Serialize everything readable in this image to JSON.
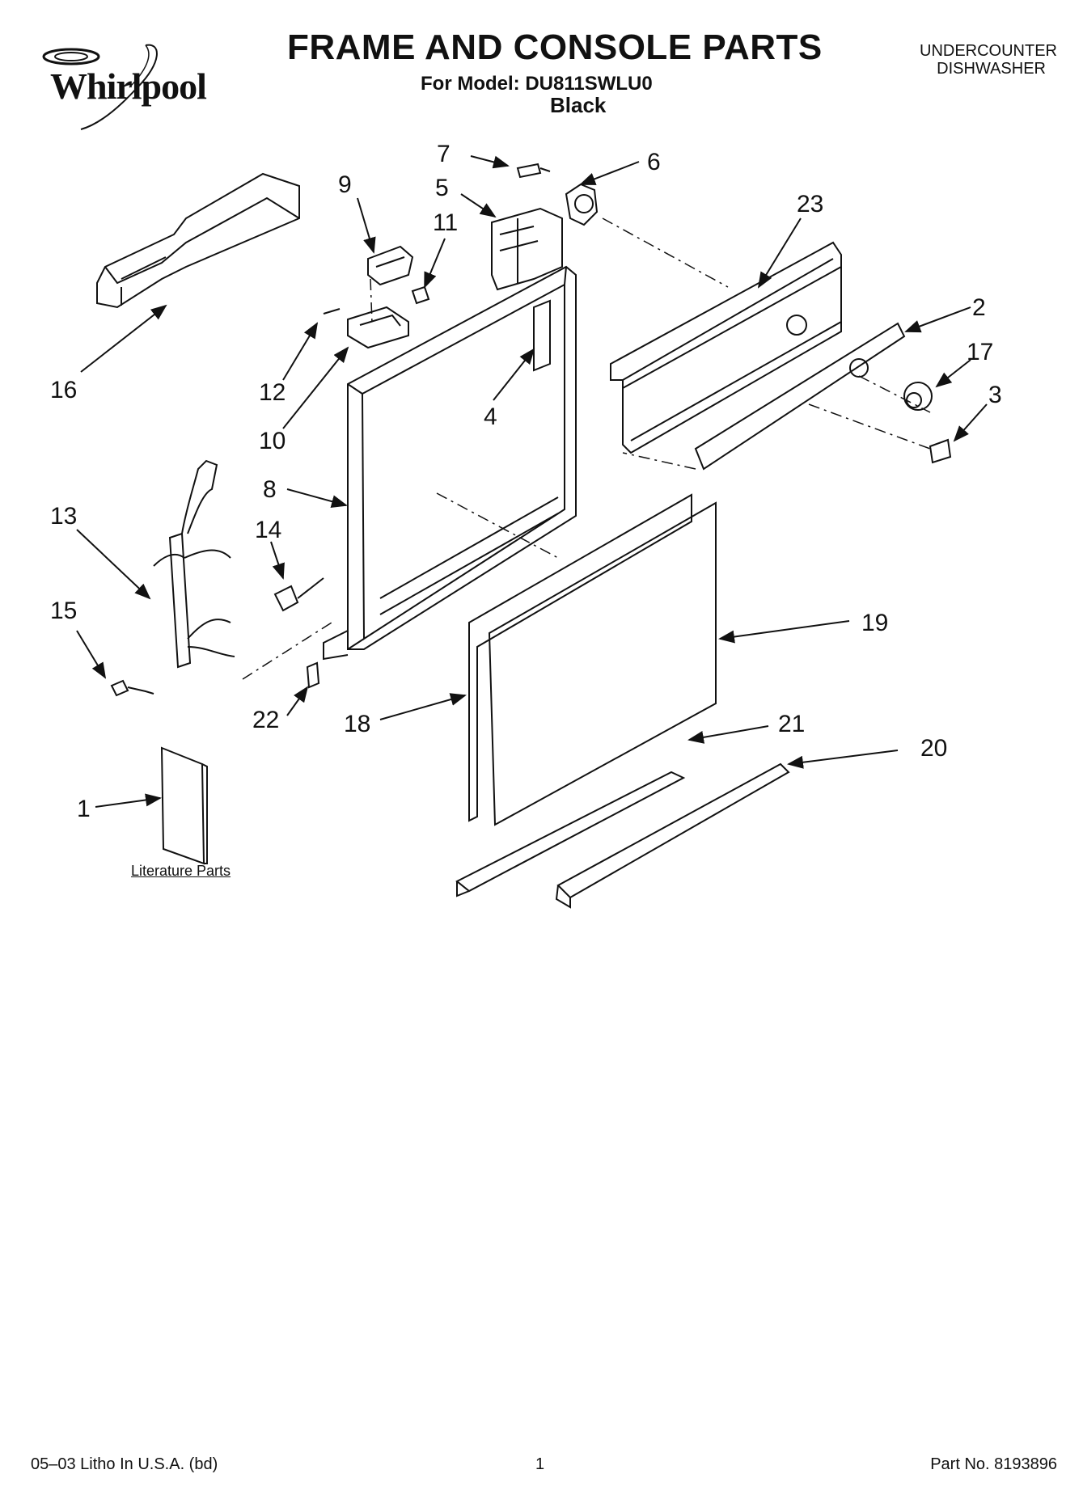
{
  "header": {
    "brand": "Whirlpool",
    "title": "FRAME AND CONSOLE PARTS",
    "model_line": "For Model: DU811SWLU0",
    "variant": "Black",
    "product_type_line1": "UNDERCOUNTER",
    "product_type_line2": "DISHWASHER"
  },
  "callouts": {
    "c1": "1",
    "c2": "2",
    "c3": "3",
    "c4": "4",
    "c5": "5",
    "c6": "6",
    "c7": "7",
    "c8": "8",
    "c9": "9",
    "c10": "10",
    "c11": "11",
    "c12": "12",
    "c13": "13",
    "c14": "14",
    "c15": "15",
    "c16": "16",
    "c17": "17",
    "c18": "18",
    "c19": "19",
    "c20": "20",
    "c21": "21",
    "c22": "22",
    "c23": "23"
  },
  "literature_label": "Literature Parts",
  "footer": {
    "print_info": "05–03 Litho In U.S.A. (bd)",
    "page_number": "1",
    "part_number": "Part No. 8193896"
  }
}
